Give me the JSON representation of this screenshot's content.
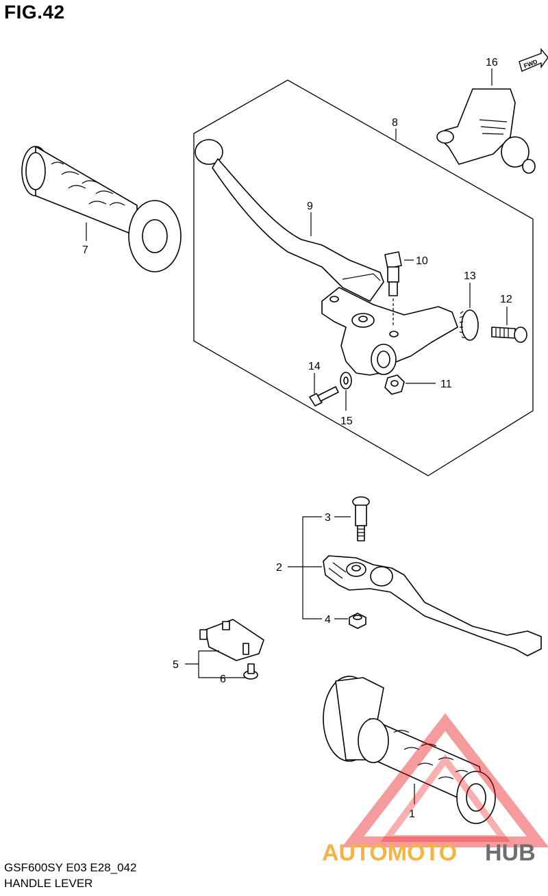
{
  "figure": {
    "title": "FIG.42",
    "model_code": "GSF600SY E03 E28_042",
    "name": "HANDLE LEVER",
    "fwd_label": "FWD"
  },
  "callouts": {
    "c1": "1",
    "c2": "2",
    "c3": "3",
    "c4": "4",
    "c5": "5",
    "c6": "6",
    "c7": "7",
    "c8": "8",
    "c9": "9",
    "c10": "10",
    "c11": "11",
    "c12": "12",
    "c13": "13",
    "c14": "14",
    "c15": "15",
    "c16": "16"
  },
  "watermark": {
    "part1": "AUTOMOTO",
    "part2": "HUB",
    "color_primary": "#f5a623",
    "color_secondary": "#555555",
    "triangle_color": "#e8141a"
  }
}
